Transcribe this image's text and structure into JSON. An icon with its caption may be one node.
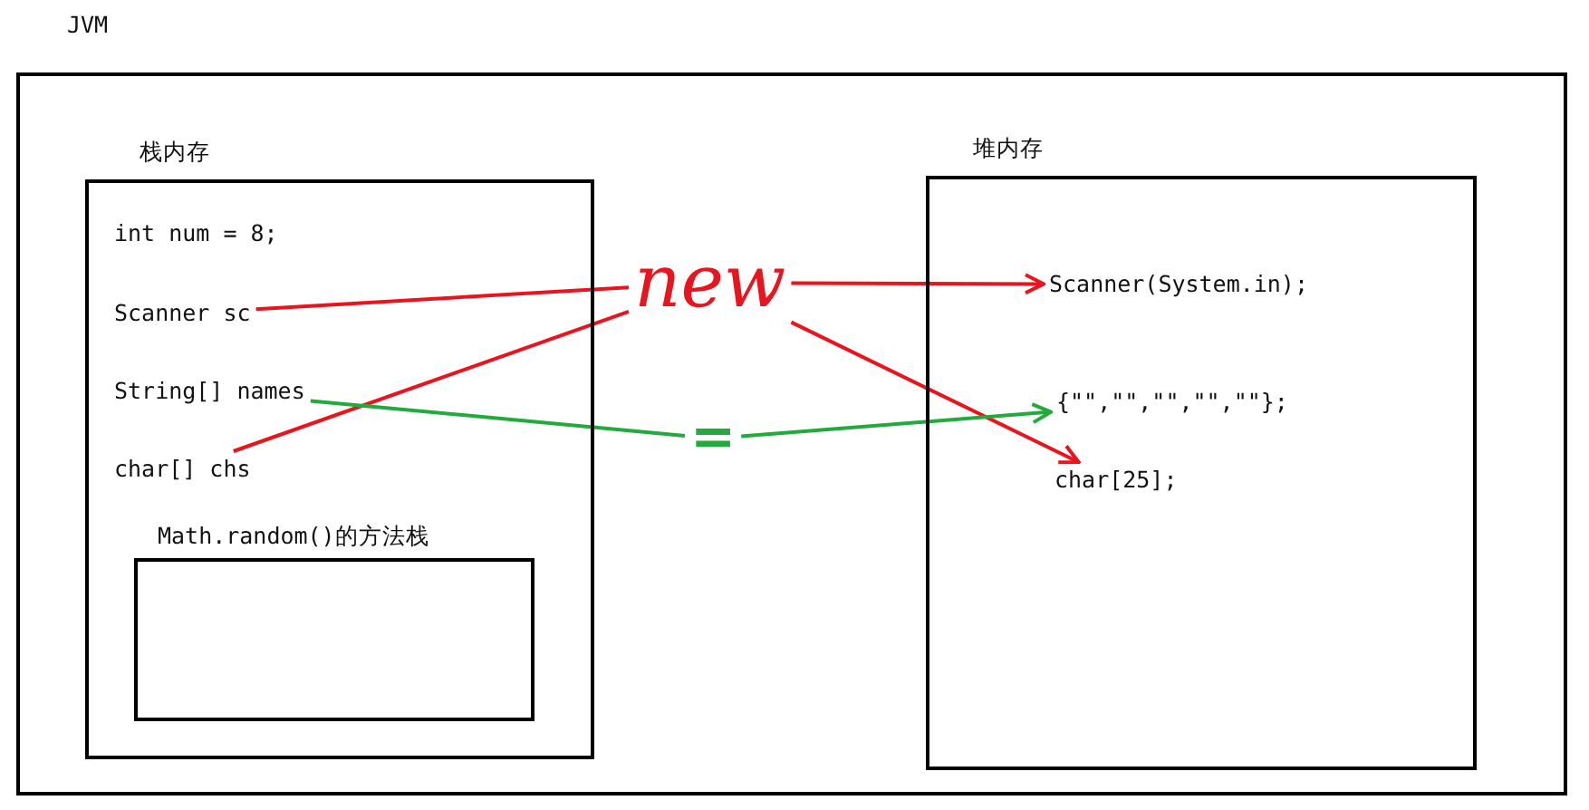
{
  "diagram": {
    "nodes": [
      {
        "text": [
          "JVM"
        ]
      },
      {
        "text": [
          "栈内存"
        ],
        "in": 0
      },
      {
        "text": [
          "Scanner sc"
        ],
        "in": 1
      },
      {
        "text": [
          "String[] names"
        ],
        "in": 1
      },
      {
        "text": [
          "char[] chs"
        ],
        "in": 1
      },
      {
        "text": [
          "Math.random()的方法栈"
        ],
        "in": 1
      },
      {
        "text": [
          "堆内存"
        ],
        "in": 0
      },
      {
        "text": [
          "Scanner(System.in);"
        ],
        "in": 6
      },
      {
        "text": [
          "{\"\",\"\",\"\",\"\",\"\"};"
        ],
        "in": 6
      },
      {
        "text": [
          "char[25];"
        ],
        "in": 6
      },
      {
        "text": [
          "new"
        ],
        "in": 0
      },
      {
        "text": [
          "="
        ],
        "in": 0
      }
    ],
    "edges": [
      {
        "from": 2,
        "to": 10,
        "arrow": "none"
      },
      {
        "from": 4,
        "to": 10,
        "arrow": "none"
      },
      {
        "from": 10,
        "to": 7,
        "arrow": "to"
      },
      {
        "from": 10,
        "to": 9,
        "arrow": "to"
      },
      {
        "from": 3,
        "to": 11,
        "arrow": "none",
        "color": "#22aa3c"
      },
      {
        "from": 11,
        "to": 8,
        "arrow": "to",
        "color": "#22aa3c"
      }
    ],
    "labels": [
      "int num = 8;"
    ]
  }
}
